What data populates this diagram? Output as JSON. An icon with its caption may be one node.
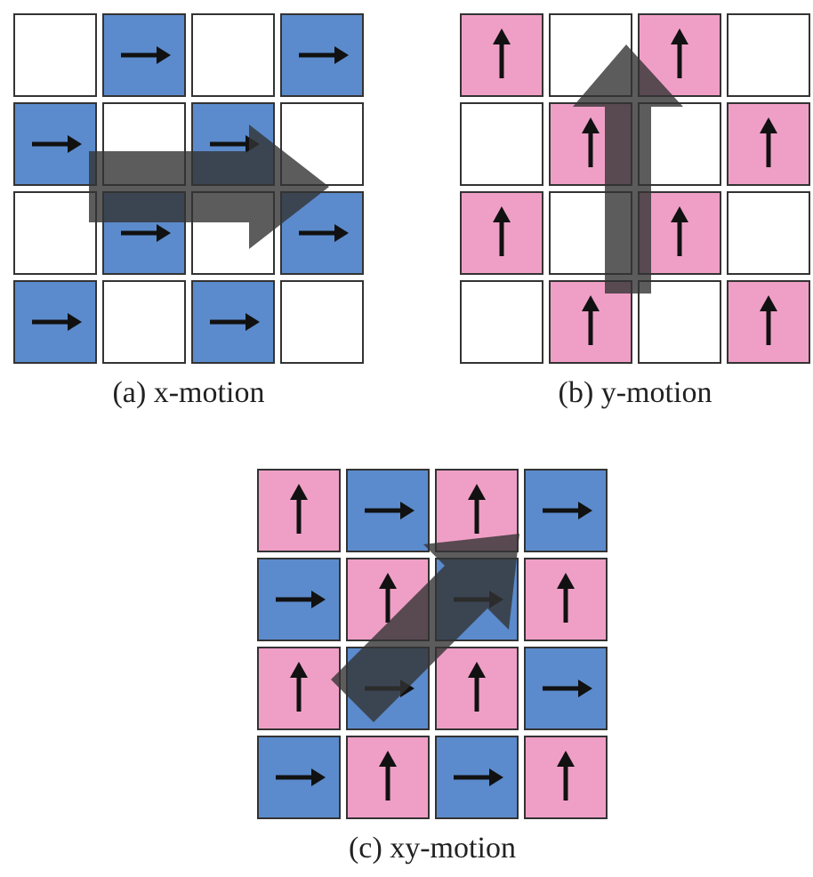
{
  "diagram": {
    "labels": [
      "(a) x-motion",
      "(b) y-motion",
      "(c) xy-motion"
    ]
  }
}
